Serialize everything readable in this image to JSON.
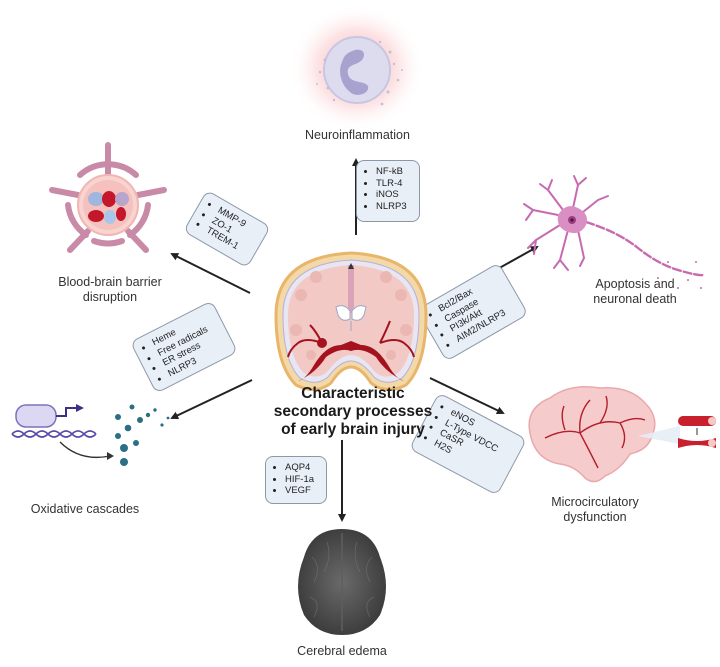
{
  "center_title": [
    "Characteristic",
    "secondary processes",
    "of early brain injury"
  ],
  "processes": {
    "neuroinflammation": {
      "label": "Neuroinflammation",
      "markers": [
        "NF-kB",
        "TLR-4",
        "iNOS",
        "NLRP3"
      ]
    },
    "bbb": {
      "label_lines": [
        "Blood-brain barrier",
        "disruption"
      ],
      "markers": [
        "MMP-9",
        "ZO-1",
        "TREM-1"
      ]
    },
    "oxidative": {
      "label": "Oxidative cascades",
      "markers": [
        "Heme",
        "Free radicals",
        "ER stress",
        "NLRP3"
      ]
    },
    "apoptosis": {
      "label_lines": [
        "Apoptosis and",
        "neuronal death"
      ],
      "markers": [
        "Bcl2/Bax",
        "Caspase",
        "PI3k/Akt",
        "AIM2/NLRP3"
      ]
    },
    "microcirculatory": {
      "label_lines": [
        "Microcirculatory",
        "dysfunction"
      ],
      "markers": [
        "eNOS",
        "L-Type VDCC",
        "CaSR",
        "H2S"
      ]
    },
    "edema": {
      "label": "Cerebral edema",
      "markers": [
        "AQP4",
        "HIF-1a",
        "VEGF"
      ]
    }
  },
  "colors": {
    "marker_box_fill": "#e9eff7",
    "marker_box_border": "#8c98a8",
    "arrow": "#222222",
    "brain_pink": "#f2c9c4",
    "blood_red": "#a3121e",
    "skull_gold": "#e8b56a",
    "neuron_magenta": "#c76bb0",
    "cell_lavender": "#d7d6ee"
  }
}
